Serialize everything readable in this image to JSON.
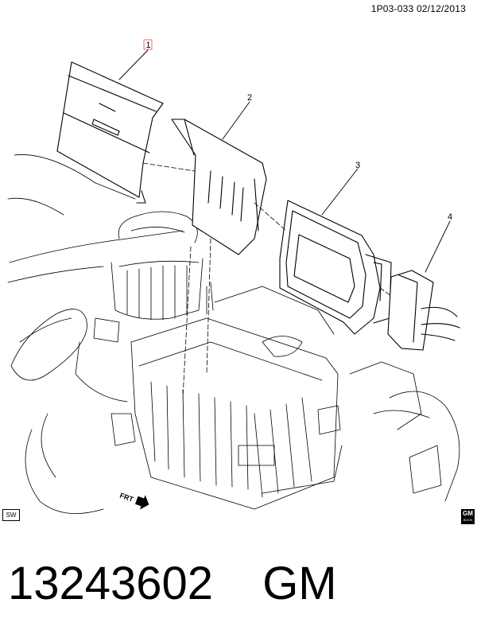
{
  "header": {
    "code": "1P03-033",
    "date": "02/12/2013"
  },
  "callouts": [
    "1",
    "2",
    "3",
    "4"
  ],
  "direction_label": "FRT",
  "badges": {
    "left": "SW",
    "right_main": "GM",
    "right_sub": "BOOK"
  },
  "part": {
    "number": "13243602",
    "brand": "GM"
  },
  "colors": {
    "line": "#000000",
    "callout_highlight": "#d9534f"
  }
}
